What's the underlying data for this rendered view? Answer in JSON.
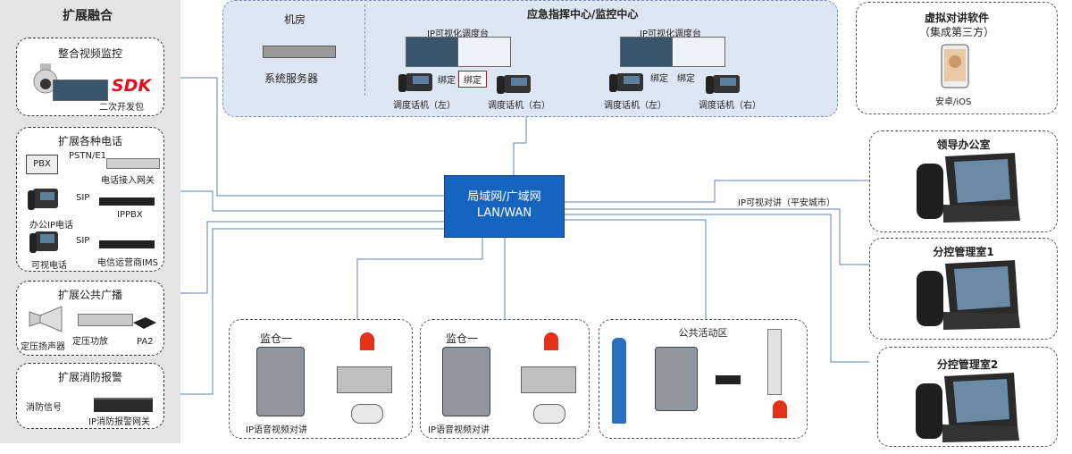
{
  "left": {
    "header": "扩展融合",
    "video": {
      "title": "整合视频监控",
      "sdk": "SDK",
      "sdk_caption": "二次开发包"
    },
    "phones": {
      "title": "扩展各种电话",
      "pbx": "PBX",
      "pstn": "PSTN/E1",
      "gateway": "电话接入网关",
      "sip1": "SIP",
      "office_phone": "办公IP电话",
      "ippbx": "IPPBX",
      "sip2": "SIP",
      "video_phone": "可视电话",
      "ims": "电信运营商IMS"
    },
    "broadcast": {
      "title": "扩展公共广播",
      "speaker": "定压扬声器",
      "amp": "定压功放",
      "pa": "PA2"
    },
    "fire": {
      "title": "扩展消防报警",
      "signal": "消防信号",
      "gateway": "IP消防报警网关"
    }
  },
  "command": {
    "machine_room": "机房",
    "server": "系统服务器",
    "center_title": "应急指挥中心/监控中心",
    "console1": "IP可视化调度台",
    "console2": "IP可视化调度台",
    "bind1": "绑定",
    "bind2": "绑定",
    "bind3": "绑定",
    "bind4": "绑定",
    "phone_l1": "调度话机（左）",
    "phone_r1": "调度话机（右）",
    "phone_l2": "调度话机（左）",
    "phone_r2": "调度话机（右）"
  },
  "lan": {
    "line1": "局域网/广域网",
    "line2": "LAN/WAN"
  },
  "right": {
    "virtual": {
      "title": "虚拟对讲软件",
      "subtitle": "（集成第三方）",
      "os": "安卓/iOS"
    },
    "ip_label": "IP可视对讲（平安城市）",
    "leader": "领导办公室",
    "branch1": "分控管理室1",
    "branch2": "分控管理室2"
  },
  "bottom": {
    "cell1": {
      "title": "监仓一",
      "caption": "IP语音视频对讲"
    },
    "cell2": {
      "title": "监仓一",
      "caption": "IP语音视频对讲"
    },
    "public": {
      "title": "公共活动区"
    }
  }
}
